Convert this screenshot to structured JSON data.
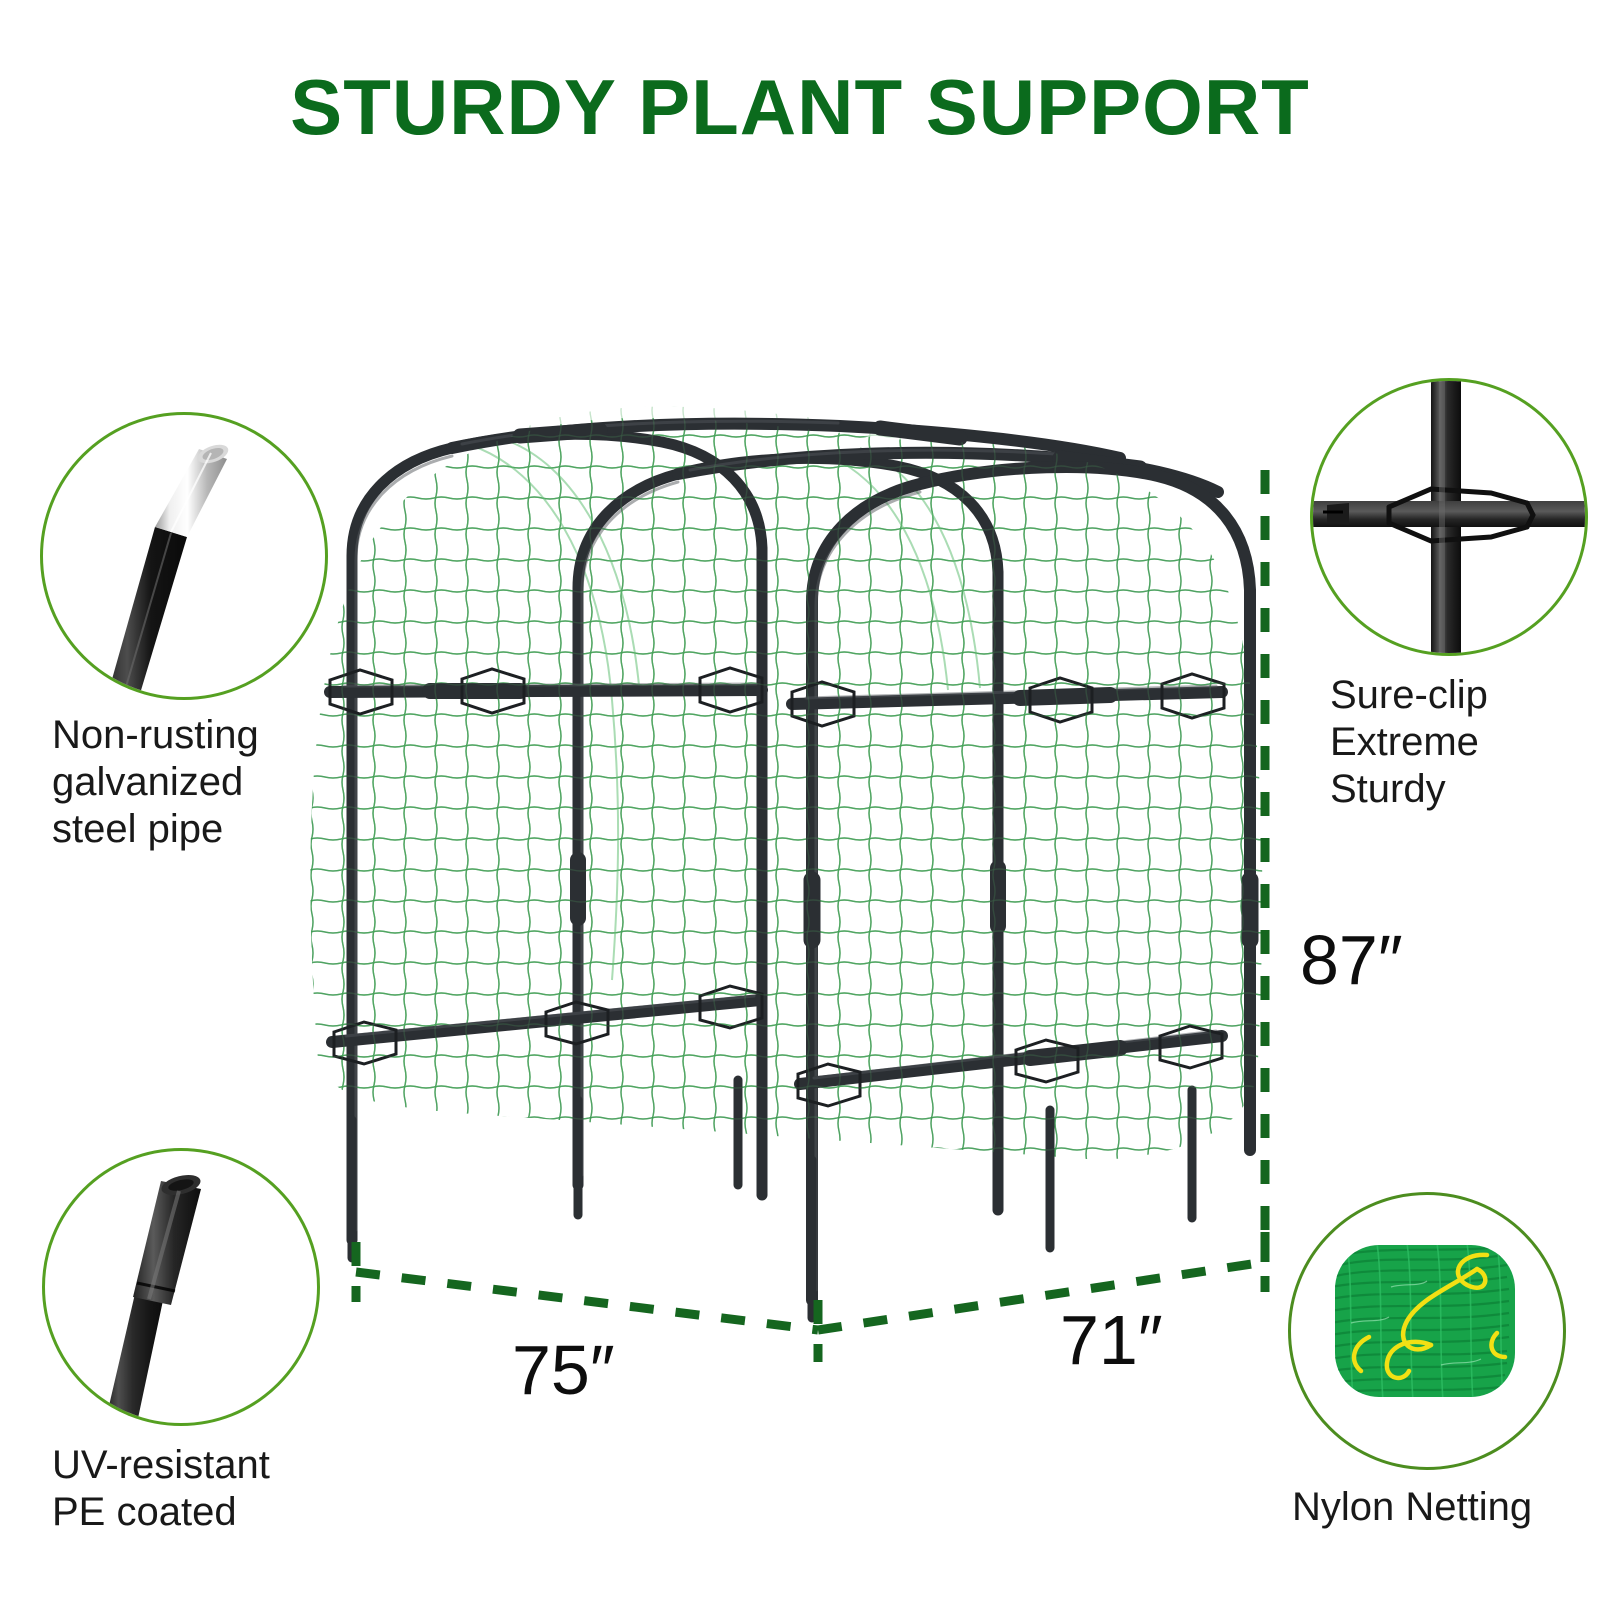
{
  "header": {
    "title": "STURDY PLANT SUPPORT",
    "title_color": "#0b6b1d"
  },
  "theme": {
    "accent_green": "#55a021",
    "dash_green": "#15661f",
    "text_black": "#191919",
    "net_green": "#2f8f46",
    "pipe_black": "#2b2f33"
  },
  "callouts": [
    {
      "id": "non-rusting-galvanized-steel-pipe",
      "icon": "steel-pipe-photo",
      "lines": [
        "Non-rusting",
        "galvanized",
        "steel pipe"
      ],
      "position": "top-left"
    },
    {
      "id": "uv-resistant-pe-coated",
      "icon": "pe-coated-pipe-photo",
      "lines": [
        "UV-resistant",
        "PE coated"
      ],
      "position": "bottom-left"
    },
    {
      "id": "sure-clip-extreme-sturdy",
      "icon": "sure-clip-photo",
      "lines": [
        "Sure-clip",
        "Extreme",
        "Sturdy"
      ],
      "position": "top-right"
    },
    {
      "id": "nylon-netting",
      "icon": "nylon-netting-photo",
      "lines": [
        "Nylon Netting"
      ],
      "position": "bottom-right"
    }
  ],
  "dimensions": {
    "height": "87″",
    "width_left": "75″",
    "width_right": "71″"
  },
  "product": {
    "name": "garden-plant-support-trellis-frame-with-netting"
  }
}
